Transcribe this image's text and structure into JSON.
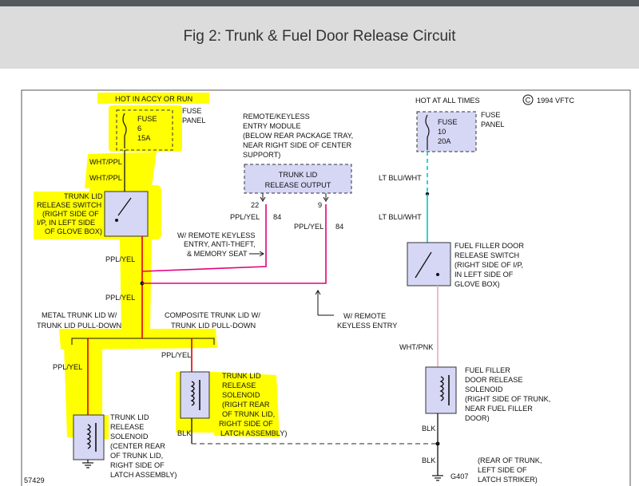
{
  "header": {
    "title": "Fig 2: Trunk & Fuel Door Release Circuit"
  },
  "colors": {
    "highlight": "#ffff00",
    "component": "#d6d6f5",
    "ppl_yel_wire": "#e4007c",
    "lt_blu_wht_wire": "#00c8c8",
    "wht_pnk_wire": "#e8b4c8",
    "wire_red": "#e00000",
    "black": "#111111"
  },
  "copyright": {
    "symbol": "C",
    "text": "1994 VFTC"
  },
  "figure_number": "57429",
  "left": {
    "hot": "HOT IN ACCY OR RUN",
    "fuse_label": [
      "FUSE",
      "6",
      "15A"
    ],
    "fuse_panel": [
      "FUSE",
      "PANEL"
    ],
    "wht_ppl_1": "WHT/PPL",
    "wht_ppl_2": "WHT/PPL",
    "switch_label": [
      "TRUNK LID",
      "RELEASE SWITCH",
      "(RIGHT SIDE OF",
      "I/P, IN LEFT SIDE",
      "OF GLOVE BOX)"
    ],
    "ppl_yel_1": "PPL/YEL",
    "ppl_yel_2": "PPL/YEL",
    "metal": [
      "METAL TRUNK LID W/",
      "TRUNK LID PULL-DOWN"
    ],
    "composite": [
      "COMPOSITE TRUNK LID W/",
      "TRUNK LID PULL-DOWN"
    ],
    "ppl_yel_3": "PPL/YEL",
    "ppl_yel_4": "PPL/YEL",
    "solenoid_center": [
      "TRUNK LID",
      "RELEASE",
      "SOLENOID",
      "(CENTER REAR",
      "OF TRUNK LID,",
      "RIGHT SIDE OF",
      "LATCH ASSEMBLY)"
    ],
    "solenoid_right": [
      "TRUNK LID",
      "RELEASE",
      "SOLENOID",
      "(RIGHT REAR",
      "OF TRUNK LID,",
      "RIGHT SIDE OF",
      "LATCH ASSEMBLY)"
    ],
    "blk": "BLK"
  },
  "module": {
    "label": [
      "REMOTE/KEYLESS",
      "ENTRY MODULE",
      "(BELOW REAR PACKAGE TRAY,",
      "NEAR RIGHT SIDE OF CENTER",
      "SUPPORT)"
    ],
    "box": [
      "TRUNK LID",
      "RELEASE OUTPUT"
    ],
    "pin_22": "22",
    "pin_9": "9",
    "wire_a": "PPL/YEL",
    "wire_a_num": "84",
    "wire_b": "PPL/YEL",
    "wire_b_num": "84",
    "note_remote": [
      "W/ REMOTE KEYLESS",
      "ENTRY, ANTI-THEFT,",
      "& MEMORY SEAT"
    ],
    "note_keyless": [
      "W/ REMOTE",
      "KEYLESS ENTRY"
    ]
  },
  "right": {
    "hot": "HOT AT ALL TIMES",
    "fuse_label": [
      "FUSE",
      "10",
      "20A"
    ],
    "fuse_panel": [
      "FUSE",
      "PANEL"
    ],
    "lt_blu_1": "LT BLU/WHT",
    "lt_blu_2": "LT BLU/WHT",
    "switch_label": [
      "FUEL FILLER DOOR",
      "RELEASE SWITCH",
      "(RIGHT SIDE OF I/P,",
      "IN LEFT SIDE OF",
      "GLOVE BOX)"
    ],
    "wht_pnk": "WHT/PNK",
    "solenoid_label": [
      "FUEL FILLER",
      "DOOR RELEASE",
      "SOLENOID",
      "(RIGHT SIDE OF TRUNK,",
      "NEAR FUEL FILLER",
      "DOOR)"
    ],
    "blk_1": "BLK",
    "blk_2": "BLK",
    "ground": "G407",
    "ground_label": [
      "(REAR OF TRUNK,",
      "LEFT SIDE OF",
      "LATCH STRIKER)"
    ]
  }
}
